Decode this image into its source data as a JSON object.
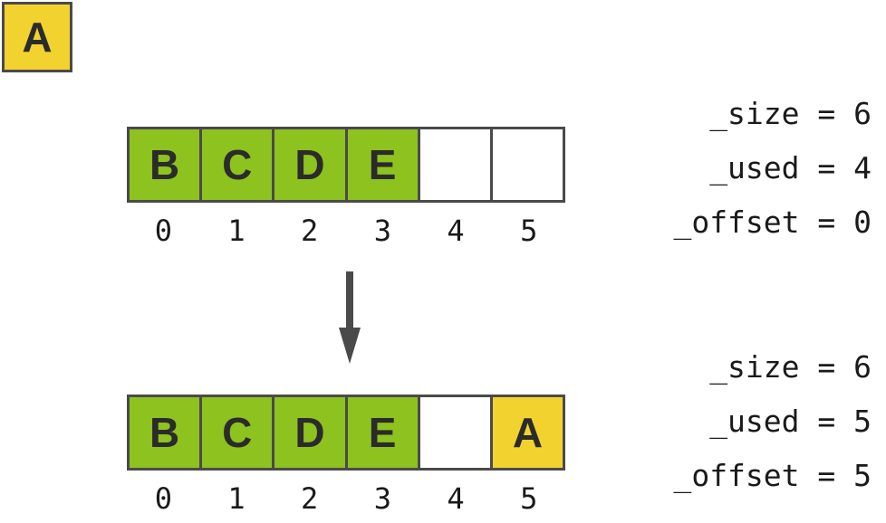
{
  "new_item": {
    "label": "A"
  },
  "top": {
    "cells": [
      {
        "label": "B",
        "state": "filled"
      },
      {
        "label": "C",
        "state": "filled"
      },
      {
        "label": "D",
        "state": "filled"
      },
      {
        "label": "E",
        "state": "filled"
      },
      {
        "label": "",
        "state": "empty"
      },
      {
        "label": "",
        "state": "empty"
      }
    ],
    "indices": [
      "0",
      "1",
      "2",
      "3",
      "4",
      "5"
    ],
    "stats": [
      "_size = 6",
      "_used = 4",
      "_offset = 0"
    ]
  },
  "bottom": {
    "cells": [
      {
        "label": "B",
        "state": "filled"
      },
      {
        "label": "C",
        "state": "filled"
      },
      {
        "label": "D",
        "state": "filled"
      },
      {
        "label": "E",
        "state": "filled"
      },
      {
        "label": "",
        "state": "empty"
      },
      {
        "label": "A",
        "state": "new"
      }
    ],
    "indices": [
      "0",
      "1",
      "2",
      "3",
      "4",
      "5"
    ],
    "stats": [
      "_size = 6",
      "_used = 5",
      "_offset = 5"
    ]
  },
  "colors": {
    "filled": "#8dc21f",
    "new": "#f2d22e",
    "empty": "#ffffff",
    "border": "#4a4a4a"
  }
}
